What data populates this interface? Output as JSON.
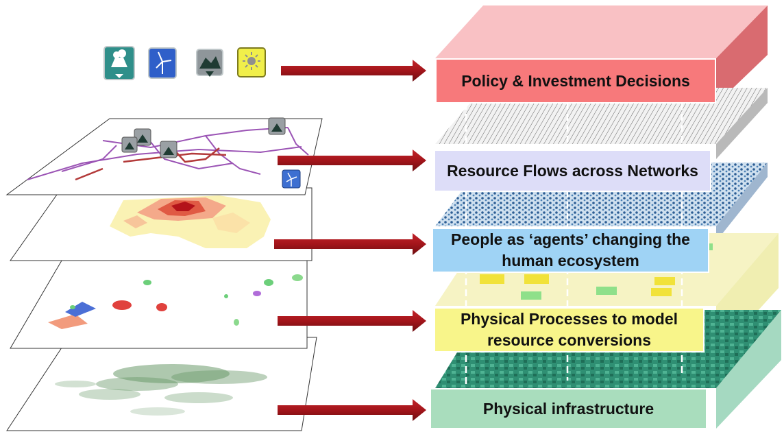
{
  "layers": [
    {
      "key": "policy",
      "label": "Policy & Investment Decisions",
      "color": "#f7797b"
    },
    {
      "key": "flows",
      "label": "Resource Flows across Networks",
      "color": "#ddddf8"
    },
    {
      "key": "agents",
      "label": "People as ‘agents’ changing the human ecosystem",
      "color": "#9fd3f5"
    },
    {
      "key": "physical",
      "label": "Physical Processes to model resource conversions",
      "color": "#f8f58a"
    },
    {
      "key": "infra",
      "label": "Physical infrastructure",
      "color": "#a9ddbd"
    }
  ],
  "icons": [
    "power-plant-icon",
    "wind-turbine-icon",
    "coal-pile-icon",
    "solar-icon"
  ],
  "arrow_color": "#a3151b"
}
